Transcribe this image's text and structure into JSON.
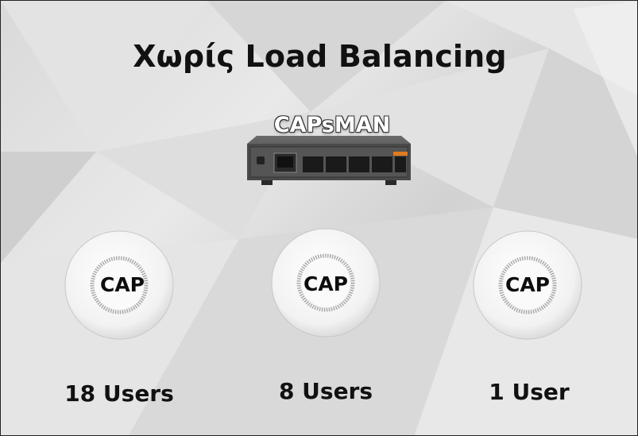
{
  "slide": {
    "title": "Χωρίς Load Balancing",
    "router": {
      "label": "CAPsMAN",
      "icon": "router-icon"
    },
    "access_points": [
      {
        "label": "CAP",
        "users": "18 Users"
      },
      {
        "label": "CAP",
        "users": "8 Users"
      },
      {
        "label": "CAP",
        "users": "1 User"
      }
    ]
  },
  "colors": {
    "background": "#dcdcdc",
    "text": "#111111",
    "router_accent": "#e07a1f"
  }
}
